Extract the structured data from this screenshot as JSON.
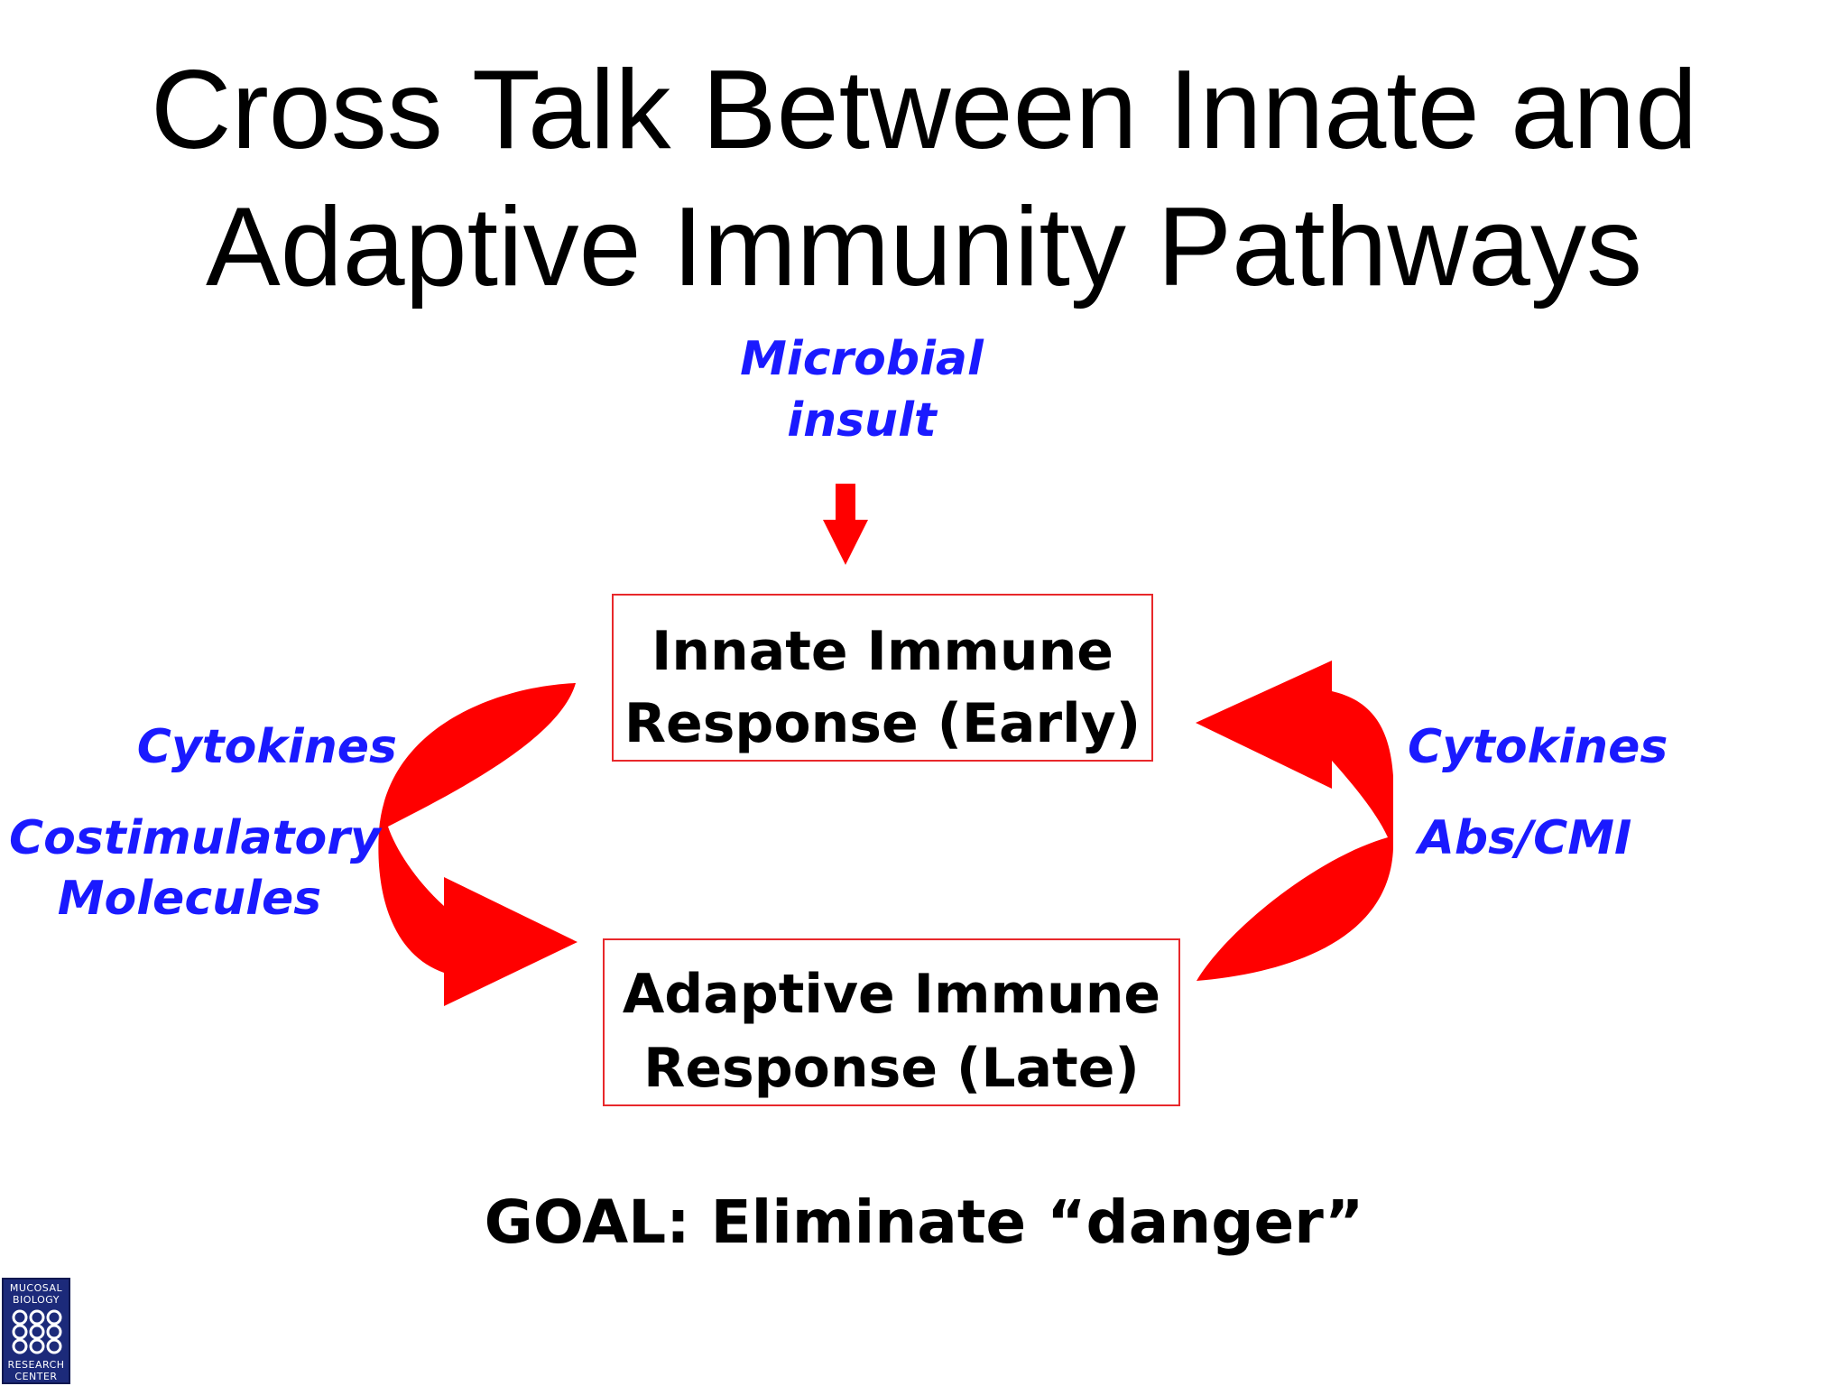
{
  "title": {
    "line1": "Cross Talk Between Innate and",
    "line2": "Adaptive Immunity Pathways"
  },
  "diagram": {
    "trigger": {
      "line1": "Microbial",
      "line2": "insult"
    },
    "innate_box": {
      "line1": "Innate Immune",
      "line2": "Response (Early)"
    },
    "adaptive_box": {
      "line1": "Adaptive Immune",
      "line2": "Response (Late)"
    },
    "left_labels": {
      "cytokines": "Cytokines",
      "costim_line1": "Costimulatory",
      "costim_line2": "Molecules"
    },
    "right_labels": {
      "cytokines": "Cytokines",
      "abs_cmi": "Abs/CMI"
    },
    "goal": "GOAL: Eliminate “danger”"
  },
  "logo": {
    "line1": "MUCOSAL",
    "line2": "BIOLOGY",
    "line3": "RESEARCH",
    "line4": "CENTER"
  },
  "colors": {
    "arrow": "#ff0000",
    "box_border": "#e8282b",
    "label_blue": "#1a1aff",
    "logo_bg": "#1c2a7a"
  }
}
